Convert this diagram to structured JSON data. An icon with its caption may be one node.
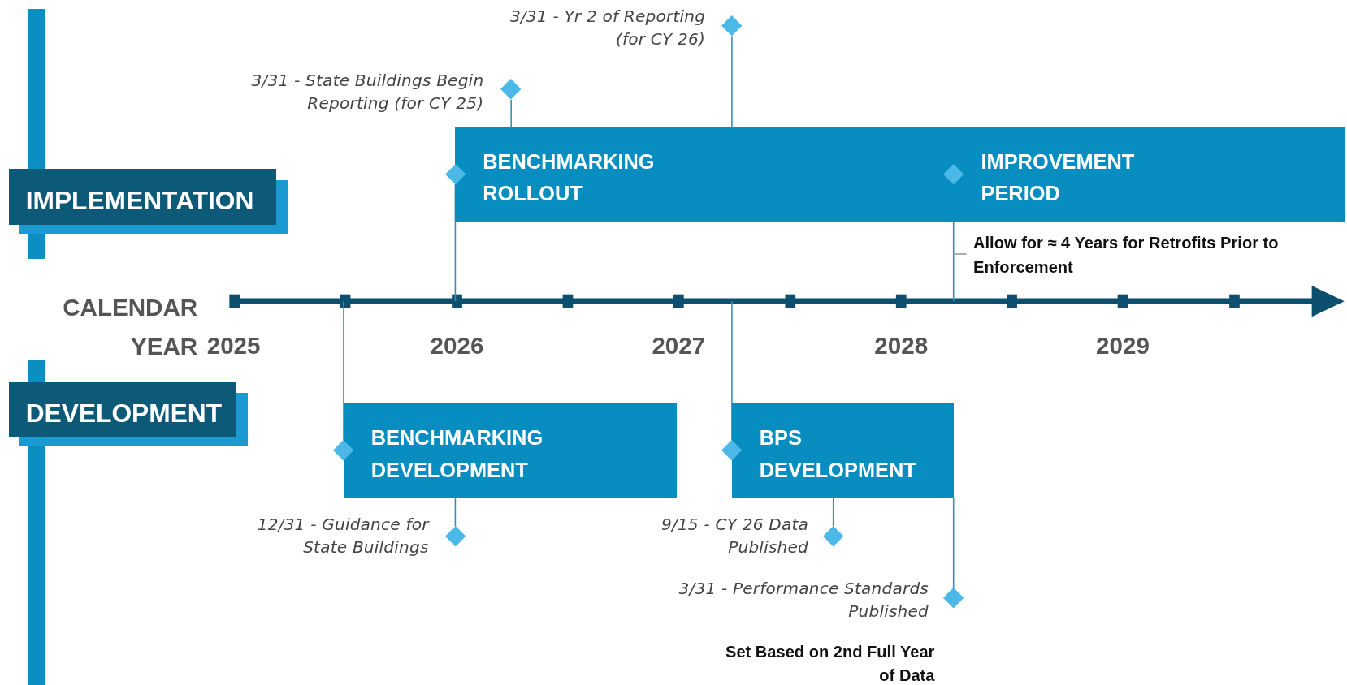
{
  "diagram": {
    "nodes": [
      {
        "text": [
          "IMPLEMENTATION"
        ]
      },
      {
        "text": [
          "DEVELOPMENT"
        ]
      },
      {
        "text": [
          "BENCHMARKING ROLLOUT"
        ]
      },
      {
        "text": [
          "IMPROVEMENT PERIOD"
        ]
      },
      {
        "text": [
          "BENCHMARKING DEVELOPMENT"
        ]
      },
      {
        "text": [
          "BPS DEVELOPMENT"
        ]
      },
      {
        "text": [],
        "shape": "diamond"
      },
      {
        "text": [],
        "shape": "diamond"
      },
      {
        "text": [],
        "shape": "diamond"
      },
      {
        "text": [],
        "shape": "diamond"
      },
      {
        "text": [],
        "shape": "diamond",
        "beside": [
          "3/31 - State Buildings Begin Reporting (for CY 25)"
        ]
      },
      {
        "text": [],
        "shape": "diamond",
        "beside": [
          "3/31 - Yr 2 of Reporting (for CY 26)"
        ]
      },
      {
        "text": [],
        "shape": "diamond",
        "beside": [
          "12/31 - Guidance for State Buildings"
        ]
      },
      {
        "text": [],
        "shape": "diamond",
        "beside": [
          "9/15 - CY 26 Data Published"
        ]
      },
      {
        "text": [],
        "shape": "diamond",
        "beside": [
          "3/31 - Performance Standards Published"
        ]
      }
    ],
    "edges": [
      {
        "from": 6,
        "to": null,
        "arrow": "none"
      },
      {
        "from": 7,
        "to": null,
        "arrow": "none"
      },
      {
        "from": 8,
        "to": null,
        "arrow": "none"
      },
      {
        "from": 9,
        "to": null,
        "arrow": "none"
      },
      {
        "from": 10,
        "to": 2,
        "arrow": "none"
      },
      {
        "from": 11,
        "to": 2,
        "arrow": "none"
      },
      {
        "from": 12,
        "to": 4,
        "arrow": "none"
      },
      {
        "from": 13,
        "to": 5,
        "arrow": "none"
      },
      {
        "from": 14,
        "to": 5,
        "arrow": "none"
      }
    ],
    "labels": [
      "CALENDAR YEAR",
      "2025",
      "2026",
      "2027",
      "2028",
      "2029",
      "Allow for ≈ 4 Years for Retrofits Prior to Enforcement",
      "Set Based on 2nd Full Year of Data"
    ]
  }
}
